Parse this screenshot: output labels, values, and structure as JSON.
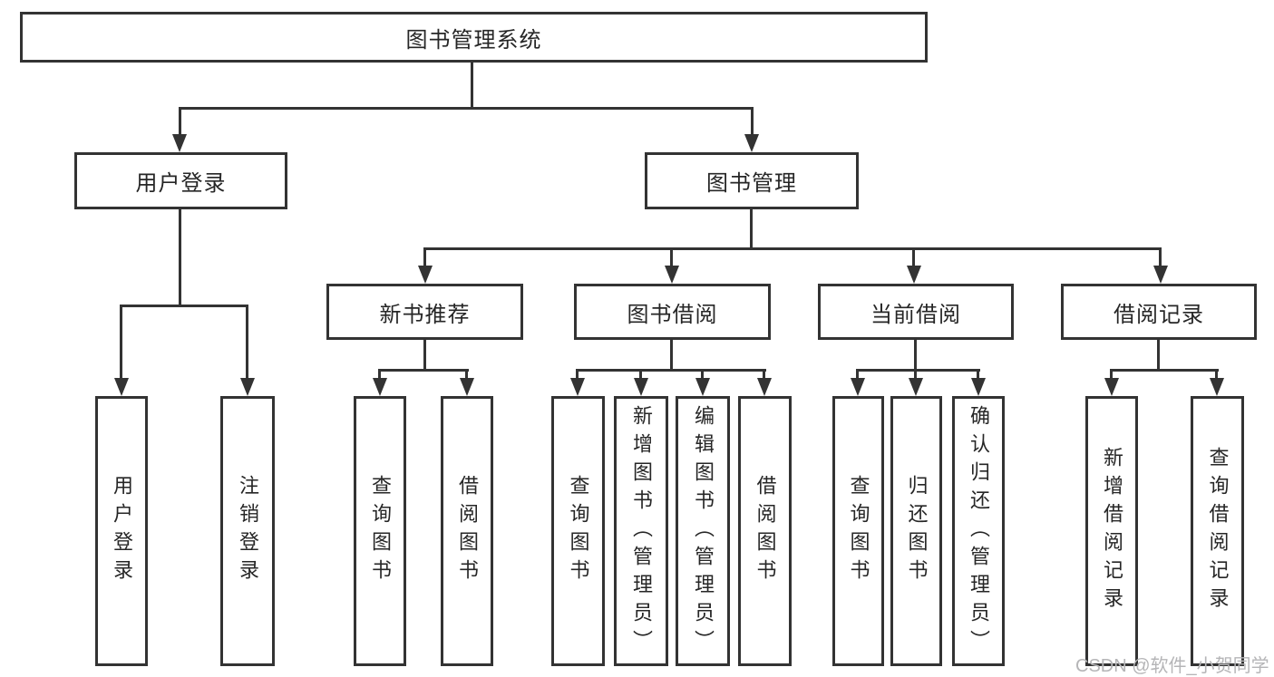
{
  "diagram": {
    "watermark": "CSDN @软件_小贺同学",
    "colors": {
      "line": "#333333",
      "box_background": "#ffffff",
      "text": "#262626",
      "watermark_text": "#b5b5b7"
    },
    "tree": {
      "label": "图书管理系统",
      "children": [
        {
          "label": "用户登录",
          "children": [
            {
              "label": "用户登录"
            },
            {
              "label": "注销登录"
            }
          ]
        },
        {
          "label": "图书管理",
          "children": [
            {
              "label": "新书推荐",
              "children": [
                {
                  "label": "查询图书"
                },
                {
                  "label": "借阅图书"
                }
              ]
            },
            {
              "label": "图书借阅",
              "children": [
                {
                  "label": "查询图书"
                },
                {
                  "label": "新增图书（管理员）"
                },
                {
                  "label": "编辑图书（管理员）"
                },
                {
                  "label": "借阅图书"
                }
              ]
            },
            {
              "label": "当前借阅",
              "children": [
                {
                  "label": "查询图书"
                },
                {
                  "label": "归还图书"
                },
                {
                  "label": "确认归还（管理员）"
                }
              ]
            },
            {
              "label": "借阅记录",
              "children": [
                {
                  "label": "新增借阅记录"
                },
                {
                  "label": "查询借阅记录"
                }
              ]
            }
          ]
        }
      ]
    }
  }
}
